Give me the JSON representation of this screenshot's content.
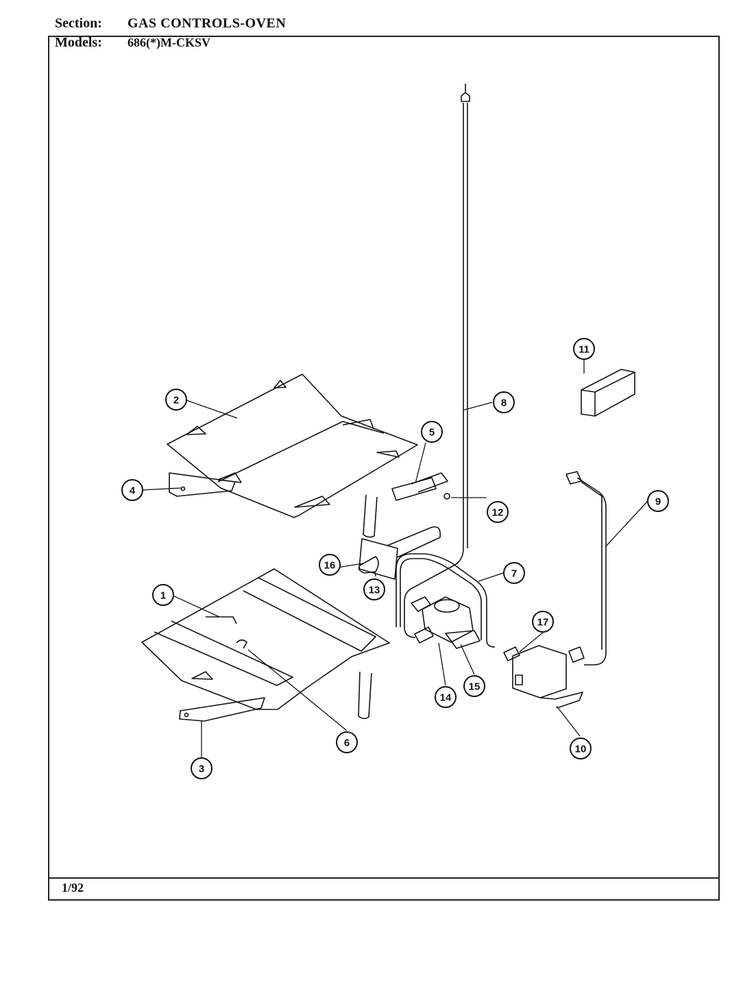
{
  "header": {
    "section_label": "Section:",
    "section_value": "GAS CONTROLS-OVEN",
    "models_label": "Models:",
    "models_value": "686(*)M-CKSV"
  },
  "footer": {
    "date": "1/92"
  },
  "callouts": [
    "1",
    "2",
    "3",
    "4",
    "5",
    "6",
    "7",
    "8",
    "9",
    "10",
    "11",
    "12",
    "13",
    "14",
    "15",
    "16",
    "17"
  ]
}
